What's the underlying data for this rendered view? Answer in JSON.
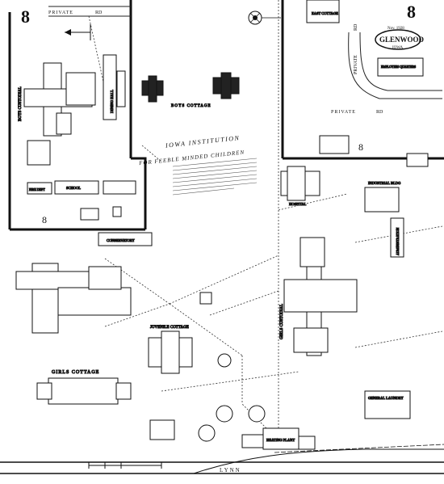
{
  "sheet": {
    "number_left": "8",
    "number_right": "8",
    "city": "GLENWOOD",
    "state": "IOWA",
    "date": "Nov. 1928"
  },
  "institution": {
    "line1": "IOWA INSTITUTION",
    "line2": "FOR FEEBLE MINDED CHILDREN"
  },
  "roads": {
    "private_top": "PRIVATE",
    "rd_top": "RD",
    "private_right": "PRIVATE",
    "rd_right": "RD",
    "private_mid": "PRIVATE",
    "rd_mid": "RD",
    "lynn": "LYNN"
  },
  "buildings": {
    "boys_cottage": "BOYS COTTAGE",
    "boys_custodial": "BOYS CUSTODIAL",
    "girls_custodial": "GIRLS CUSTODIAL",
    "girls_cottage": "GIRLS COTTAGE",
    "juvenile_cottage": "JUVENILE COTTAGE",
    "east_cottage": "EAST COTTAGE",
    "employees_quarters": "EMPLOYEES QUARTERS",
    "hospital": "HOSPITAL",
    "industrial_bldg": "INDUSTRIAL BLDG",
    "conservatory": "CONSERVATORY",
    "fire_dept": "FIRE DEPT",
    "school": "SCHOOL",
    "general_laundry": "GENERAL LAUNDRY",
    "heating_plant": "HEATING PLANT",
    "administration": "ADMINISTRATION",
    "dining_hall": "DINING HALL"
  },
  "map_numbers": {
    "left_mid": "8",
    "right_mid": "8"
  }
}
